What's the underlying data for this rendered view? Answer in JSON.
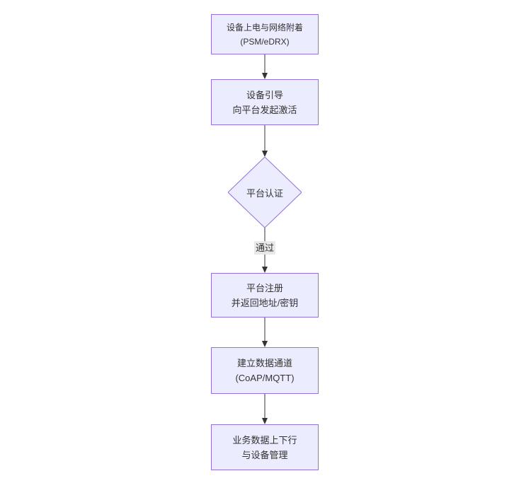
{
  "diagram": {
    "type": "flowchart",
    "direction": "top-down",
    "colors": {
      "background": "#ffffff",
      "node_fill": "#ECECFF",
      "node_border": "#9370DB",
      "line": "#333333",
      "text": "#333333",
      "edge_label_bg": "#e8e8e8"
    },
    "nodes": [
      {
        "shape": "rect",
        "line1": "设备上电与网络附着",
        "line2": "(PSM/eDRX)"
      },
      {
        "shape": "rect",
        "line1": "设备引导",
        "line2": "向平台发起激活"
      },
      {
        "shape": "diamond",
        "line1": "平台认证",
        "line2": ""
      },
      {
        "shape": "rect",
        "line1": "平台注册",
        "line2": "并返回地址/密钥"
      },
      {
        "shape": "rect",
        "line1": "建立数据通道",
        "line2": "(CoAP/MQTT)"
      },
      {
        "shape": "rect",
        "line1": "业务数据上下行",
        "line2": "与设备管理"
      }
    ],
    "edges": [
      {
        "from": 0,
        "to": 1,
        "label": ""
      },
      {
        "from": 1,
        "to": 2,
        "label": ""
      },
      {
        "from": 2,
        "to": 3,
        "label": "通过"
      },
      {
        "from": 3,
        "to": 4,
        "label": ""
      },
      {
        "from": 4,
        "to": 5,
        "label": ""
      }
    ]
  }
}
